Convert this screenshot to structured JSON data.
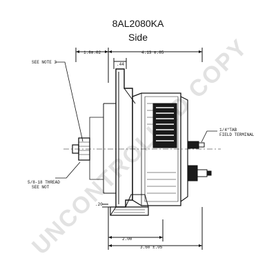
{
  "header": {
    "title": "8AL2080KA",
    "subtitle": "Side"
  },
  "dimensions": {
    "top_left": "1.8±.02",
    "top_right": "4.13 ±.05",
    "small_top": ".44",
    "left_small": ".20",
    "bottom_inner": "2.00",
    "bottom_outer": "3.60 ±.05"
  },
  "notes": {
    "see_note": "SEE NOTE 3",
    "thread_line1": "5/8-18 THREAD",
    "thread_line2": "SEE NOT",
    "tab_line1": "1/4\"TAB",
    "tab_line2": "FIELD TERMINAL"
  },
  "watermark": "UNCONTROLLED COPY"
}
